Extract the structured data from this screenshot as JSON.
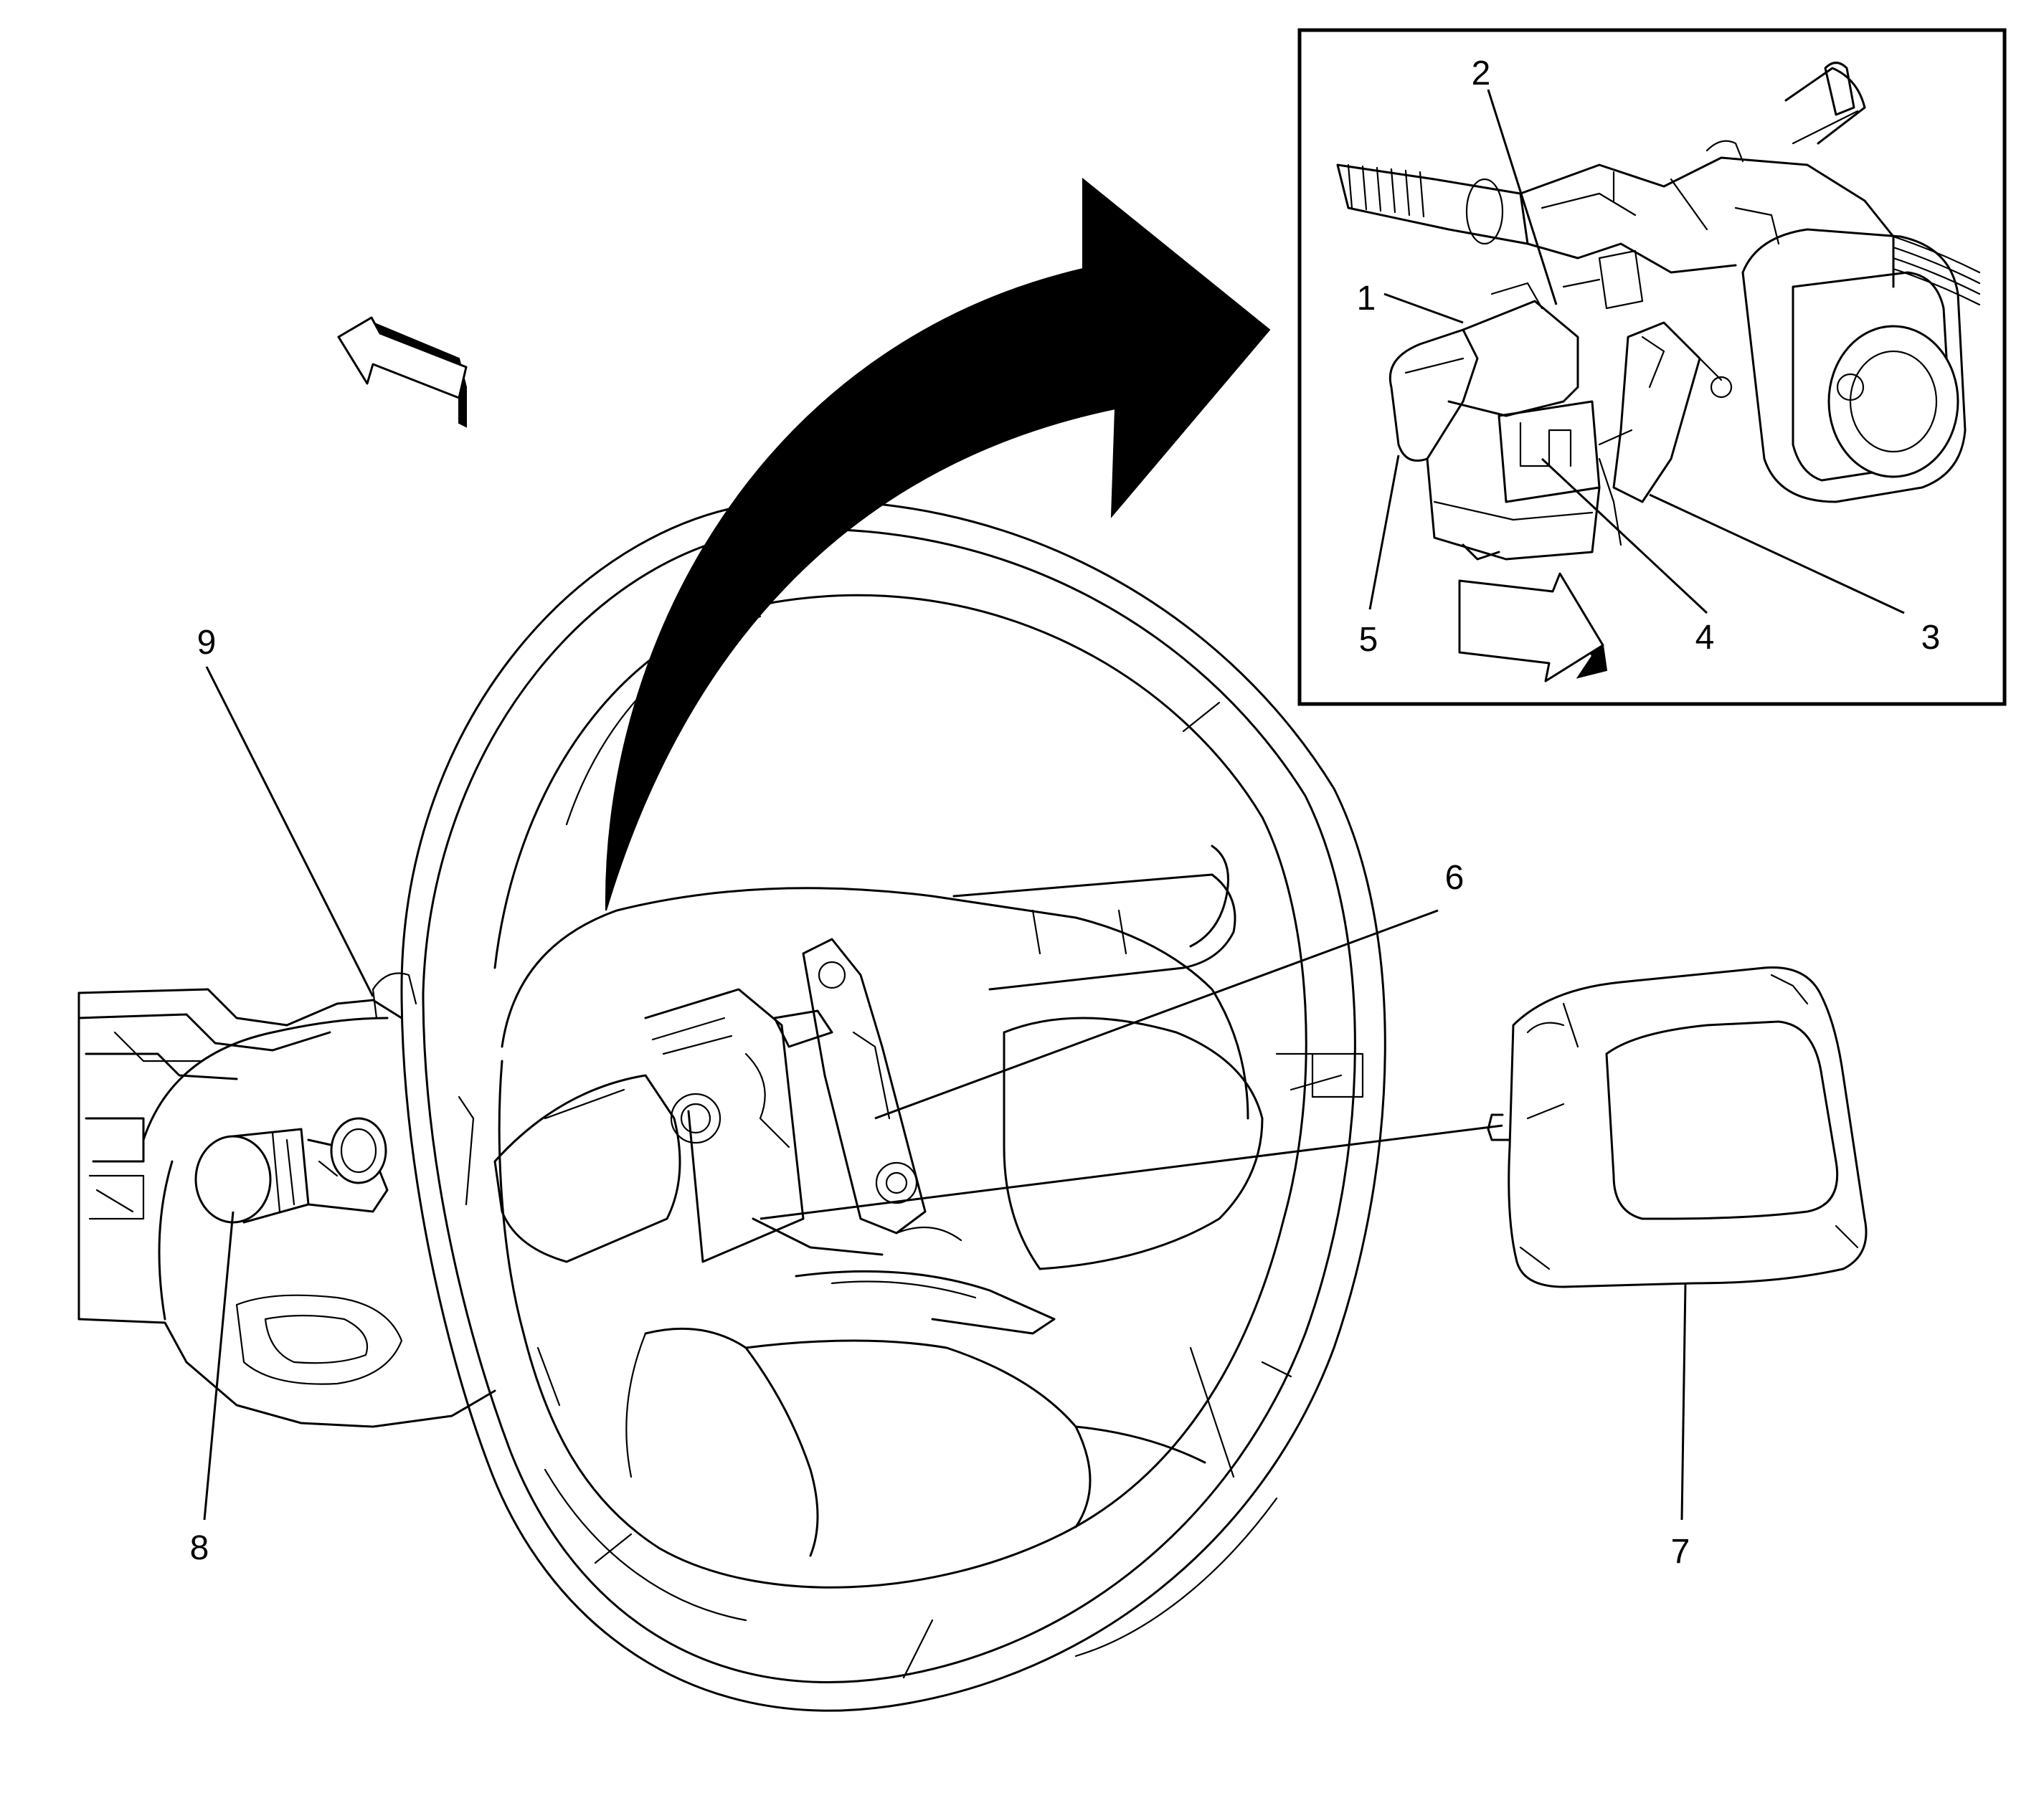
{
  "callouts": {
    "c1": "1",
    "c2": "2",
    "c3": "3",
    "c4": "4",
    "c5": "5",
    "c6": "6",
    "c7": "7",
    "c8": "8",
    "c9": "9"
  },
  "icons": {
    "rotate_arrow": "curved-arrow-icon",
    "direction_main": "direction-arrow-icon",
    "direction_inset": "direction-arrow-icon"
  }
}
